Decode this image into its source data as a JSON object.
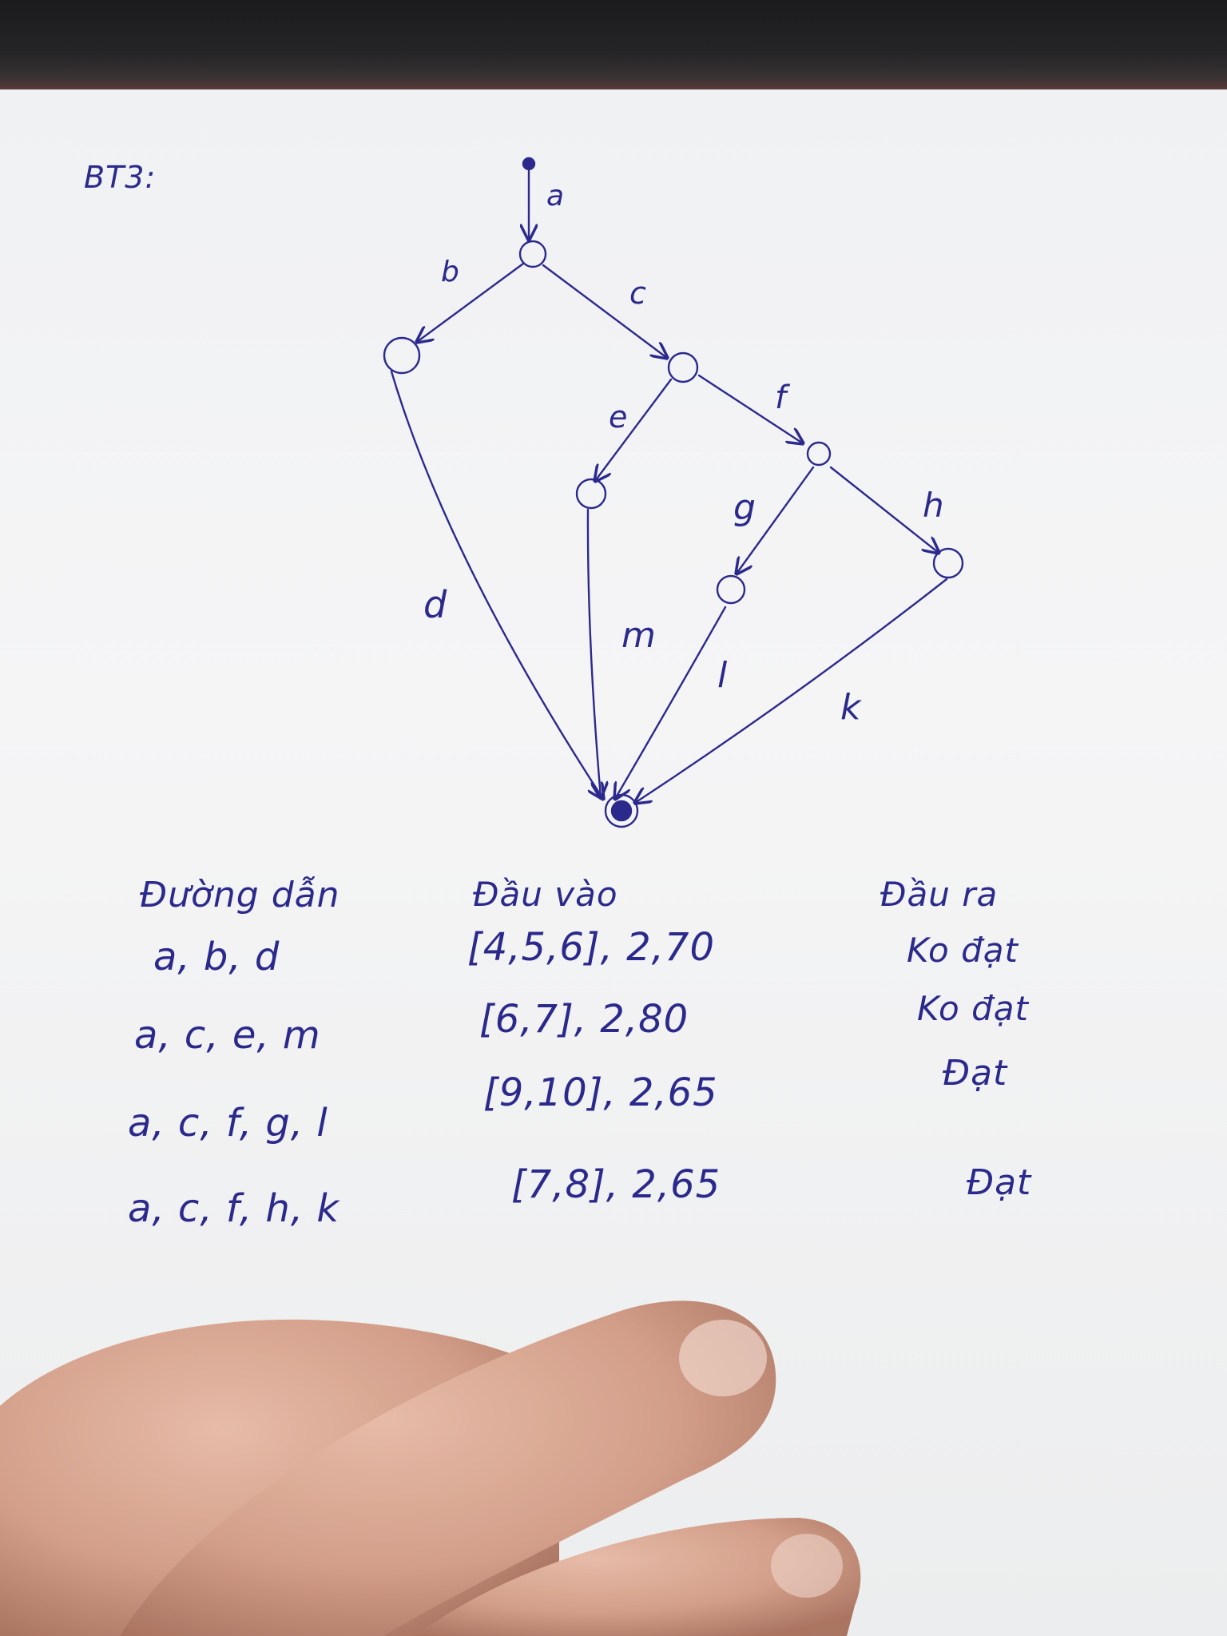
{
  "heading": "BT3:",
  "graph": {
    "edges": [
      "a",
      "b",
      "c",
      "d",
      "e",
      "f",
      "g",
      "h",
      "m",
      "l",
      "k"
    ]
  },
  "table": {
    "headers": [
      "Đường dẫn",
      "Đầu vào",
      "Đầu ra"
    ],
    "rows": [
      {
        "path": "a, b, d",
        "input": "[4,5,6], 2,70",
        "output": "Ko đạt"
      },
      {
        "path": "a, c, e, m",
        "input": "[6,7], 2,80",
        "output": "Ko đạt"
      },
      {
        "path": "a, c, f, g, l",
        "input": "[9,10], 2,65",
        "output": "Đạt"
      },
      {
        "path": "a, c, f, h, k",
        "input": "[7,8], 2,65",
        "output": "Đạt"
      }
    ]
  },
  "colors": {
    "ink": "#2b2a8c",
    "paper": "#f2f2f3",
    "skin": "#d6a38e"
  }
}
